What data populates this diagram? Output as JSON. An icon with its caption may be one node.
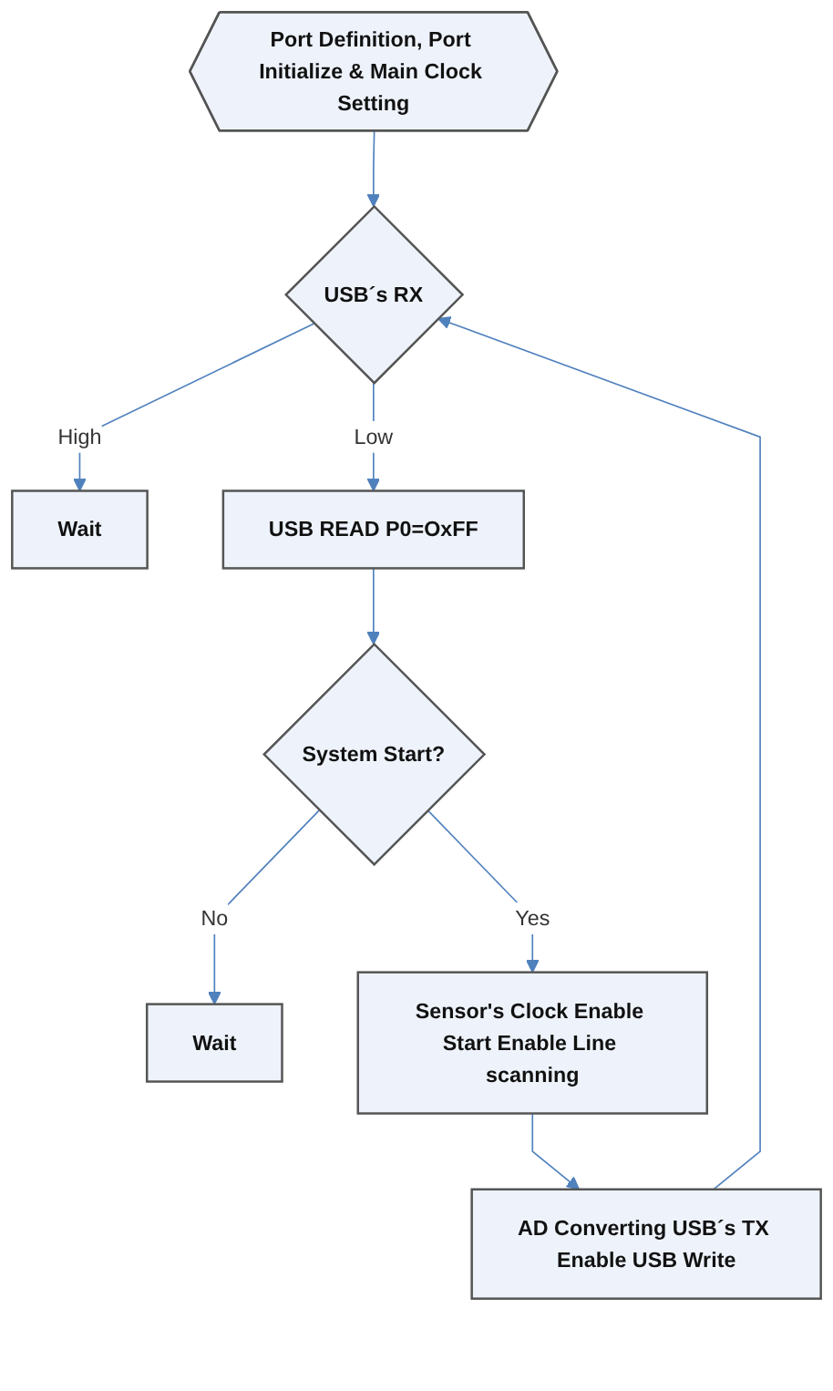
{
  "diagram": {
    "nodes": [
      {
        "text": [
          "Port Definition, Port Initialize & Main Clock Setting"
        ]
      },
      {
        "text": [
          "USB´s RX"
        ]
      },
      {
        "text": [
          "Wait"
        ]
      },
      {
        "text": [
          "USB READ P0=OxFF"
        ]
      },
      {
        "text": [
          "System Start?"
        ]
      },
      {
        "text": [
          "Wait"
        ]
      },
      {
        "text": [
          "Sensor's Clock Enable Start Enable Line scanning"
        ]
      },
      {
        "text": [
          "AD Converting USB´s TX Enable USB Write"
        ]
      }
    ],
    "edges": [
      {
        "from": 0,
        "to": 1,
        "arrow": "to"
      },
      {
        "from": 1,
        "to": 2,
        "arrow": "to",
        "label": "High"
      },
      {
        "from": 1,
        "to": 3,
        "arrow": "to",
        "label": "Low"
      },
      {
        "from": 3,
        "to": 4,
        "arrow": "to"
      },
      {
        "from": 4,
        "to": 5,
        "arrow": "to",
        "label": "No"
      },
      {
        "from": 4,
        "to": 6,
        "arrow": "to",
        "label": "Yes"
      },
      {
        "from": 6,
        "to": 7,
        "arrow": "to"
      },
      {
        "from": 7,
        "to": 1,
        "arrow": "to"
      }
    ]
  }
}
